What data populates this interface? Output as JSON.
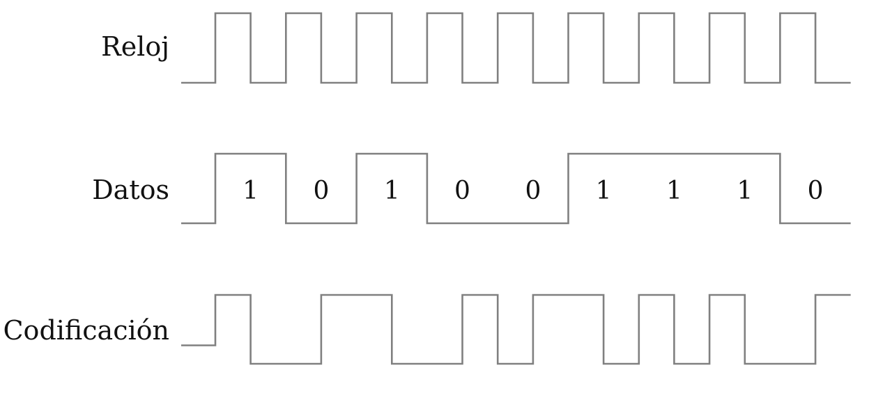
{
  "labels": {
    "clock": "Reloj",
    "data": "Datos",
    "encoding": "Codificación"
  },
  "bits": [
    "1",
    "0",
    "1",
    "0",
    "0",
    "1",
    "1",
    "1",
    "0"
  ],
  "colors": {
    "waveform": "#808080",
    "text": "#111111",
    "background": "#ffffff"
  }
}
